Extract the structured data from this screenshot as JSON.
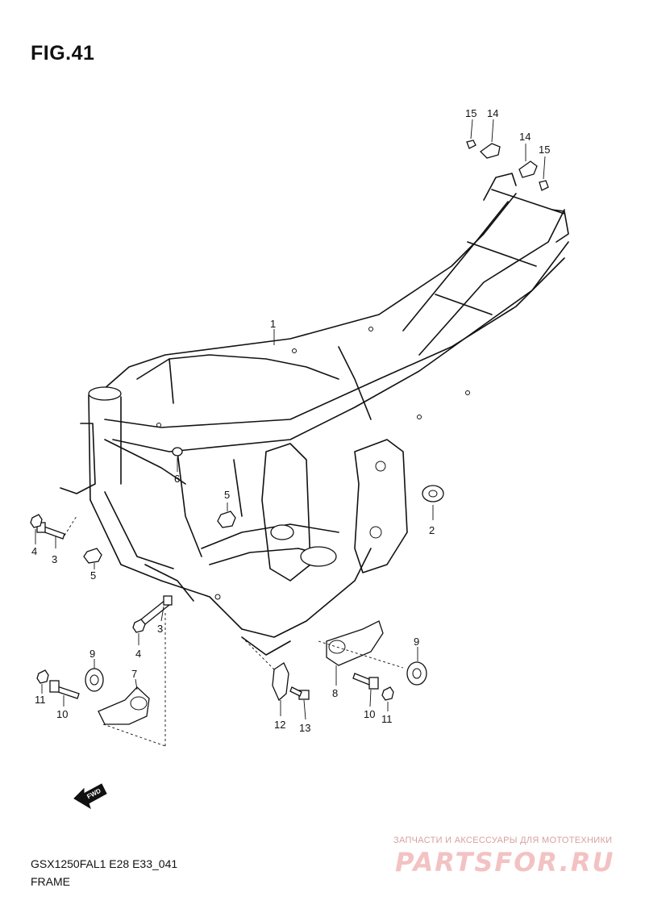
{
  "figure": {
    "title": "FIG.41"
  },
  "callouts": {
    "c1": "1",
    "c2": "2",
    "c3a": "3",
    "c3b": "3",
    "c4a": "4",
    "c4b": "4",
    "c5a": "5",
    "c5b": "5",
    "c6": "6",
    "c7": "7",
    "c8": "8",
    "c9a": "9",
    "c9b": "9",
    "c10a": "10",
    "c10b": "10",
    "c11a": "11",
    "c11b": "11",
    "c12": "12",
    "c13": "13",
    "c14a": "14",
    "c14b": "14",
    "c15a": "15",
    "c15b": "15"
  },
  "fwd_label": "FWD",
  "footer": {
    "model_code": "GSX1250FAL1 E28 E33_041",
    "diagram_name": "FRAME"
  },
  "watermark": {
    "text": "ЗАПЧАСТИ И АКСЕССУАРЫ ДЛЯ МОТОТЕХНИКИ",
    "logo": "PARTSFOR.RU"
  }
}
